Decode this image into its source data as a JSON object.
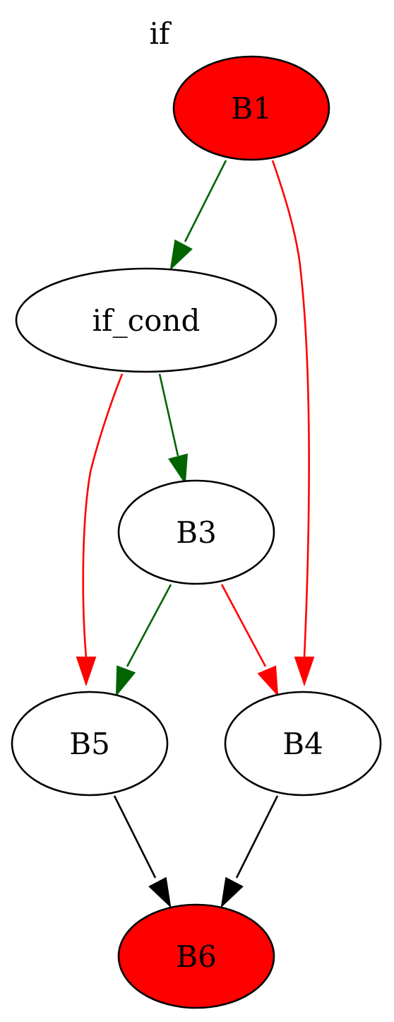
{
  "graph": {
    "title": "if",
    "colors": {
      "entry_exit_fill": "#ff0000",
      "normal_fill": "#ffffff",
      "true_edge": "#006400",
      "false_edge": "#ff0000",
      "plain_edge": "#000000"
    },
    "nodes": [
      {
        "id": "B1",
        "label": "B1",
        "kind": "entry"
      },
      {
        "id": "if_cond",
        "label": "if_cond",
        "kind": "normal"
      },
      {
        "id": "B3",
        "label": "B3",
        "kind": "normal"
      },
      {
        "id": "B5",
        "label": "B5",
        "kind": "normal"
      },
      {
        "id": "B4",
        "label": "B4",
        "kind": "normal"
      },
      {
        "id": "B6",
        "label": "B6",
        "kind": "exit"
      }
    ],
    "edges": [
      {
        "from": "B1",
        "to": "if_cond",
        "color": "green"
      },
      {
        "from": "B1",
        "to": "B4",
        "color": "red"
      },
      {
        "from": "if_cond",
        "to": "B3",
        "color": "green"
      },
      {
        "from": "if_cond",
        "to": "B5",
        "color": "red"
      },
      {
        "from": "B3",
        "to": "B5",
        "color": "green"
      },
      {
        "from": "B3",
        "to": "B4",
        "color": "red"
      },
      {
        "from": "B5",
        "to": "B6",
        "color": "black"
      },
      {
        "from": "B4",
        "to": "B6",
        "color": "black"
      }
    ]
  }
}
